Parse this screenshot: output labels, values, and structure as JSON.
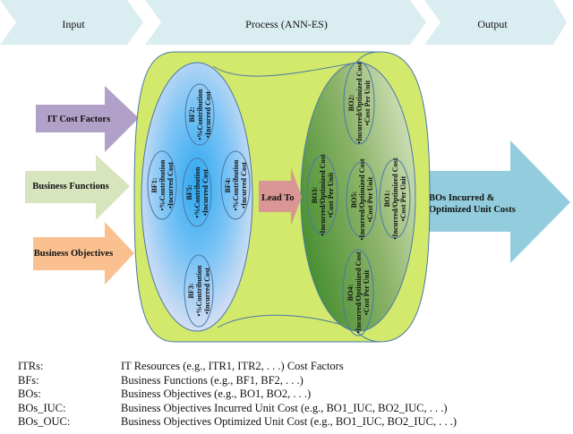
{
  "header": {
    "stages": [
      {
        "label": "Input"
      },
      {
        "label": "Process (ANN-ES)"
      },
      {
        "label": "Output"
      }
    ]
  },
  "inputs": [
    {
      "label": "IT Cost Factors",
      "color": "#b1a0c7"
    },
    {
      "label": "Business Functions",
      "color": "#d7e4bd"
    },
    {
      "label": "Business Objectives",
      "color": "#fac090"
    }
  ],
  "process": {
    "connector_label": "Lead To",
    "business_functions": [
      {
        "id": "BF2:",
        "lines": [
          "•%Contribution",
          "•Incurred Cost"
        ]
      },
      {
        "id": "BF1:",
        "lines": [
          "•%Contribution",
          "•Incurred Cost"
        ]
      },
      {
        "id": "BF5:",
        "lines": [
          "•%Contribution",
          "•Incurred Cost"
        ]
      },
      {
        "id": "BF4:",
        "lines": [
          "•%Contribution",
          "•Incurred Cost"
        ]
      },
      {
        "id": "BF3:",
        "lines": [
          "•%Contribution",
          "•Incurred Cost"
        ]
      }
    ],
    "business_objectives": [
      {
        "id": "BO2:",
        "lines": [
          "•Incurred/Optimized Cost",
          "•Cost Per Unit"
        ]
      },
      {
        "id": "BO3:",
        "lines": [
          "•Incurred/Optimized Cost",
          "•Cost Per Unit"
        ]
      },
      {
        "id": "BO5:",
        "lines": [
          "•Incurred/Optimized Cost",
          "•Cost Per Unit"
        ]
      },
      {
        "id": "BO1:",
        "lines": [
          "•Incurred/Optimized Cost",
          "•Cost Per Unit"
        ]
      },
      {
        "id": "BO4:",
        "lines": [
          "•Incurred/Optimized Cost",
          "•Cost Per Unit"
        ]
      }
    ]
  },
  "output": {
    "line1": "BOs Incurred &",
    "line2": "Optimized Unit Costs"
  },
  "legend": [
    {
      "key": "ITRs:",
      "desc": "IT Resources (e.g.,  ITR1, ITR2, . . .) Cost Factors"
    },
    {
      "key": "BFs:",
      "desc": "Business Functions (e.g.,  BF1, BF2, . . .)"
    },
    {
      "key": "BOs:",
      "desc": "Business Objectives (e.g.,  BO1, BO2, . . .)"
    },
    {
      "key": "BOs_IUC:",
      "desc": "Business Objectives Incurred Unit Cost (e.g.,  BO1_IUC, BO2_IUC, . . .)"
    },
    {
      "key": "BOs_OUC:",
      "desc": "Business Objectives Optimized Unit Cost (e.g.,  BO1_IUC, BO2_IUC, . . .)"
    }
  ]
}
